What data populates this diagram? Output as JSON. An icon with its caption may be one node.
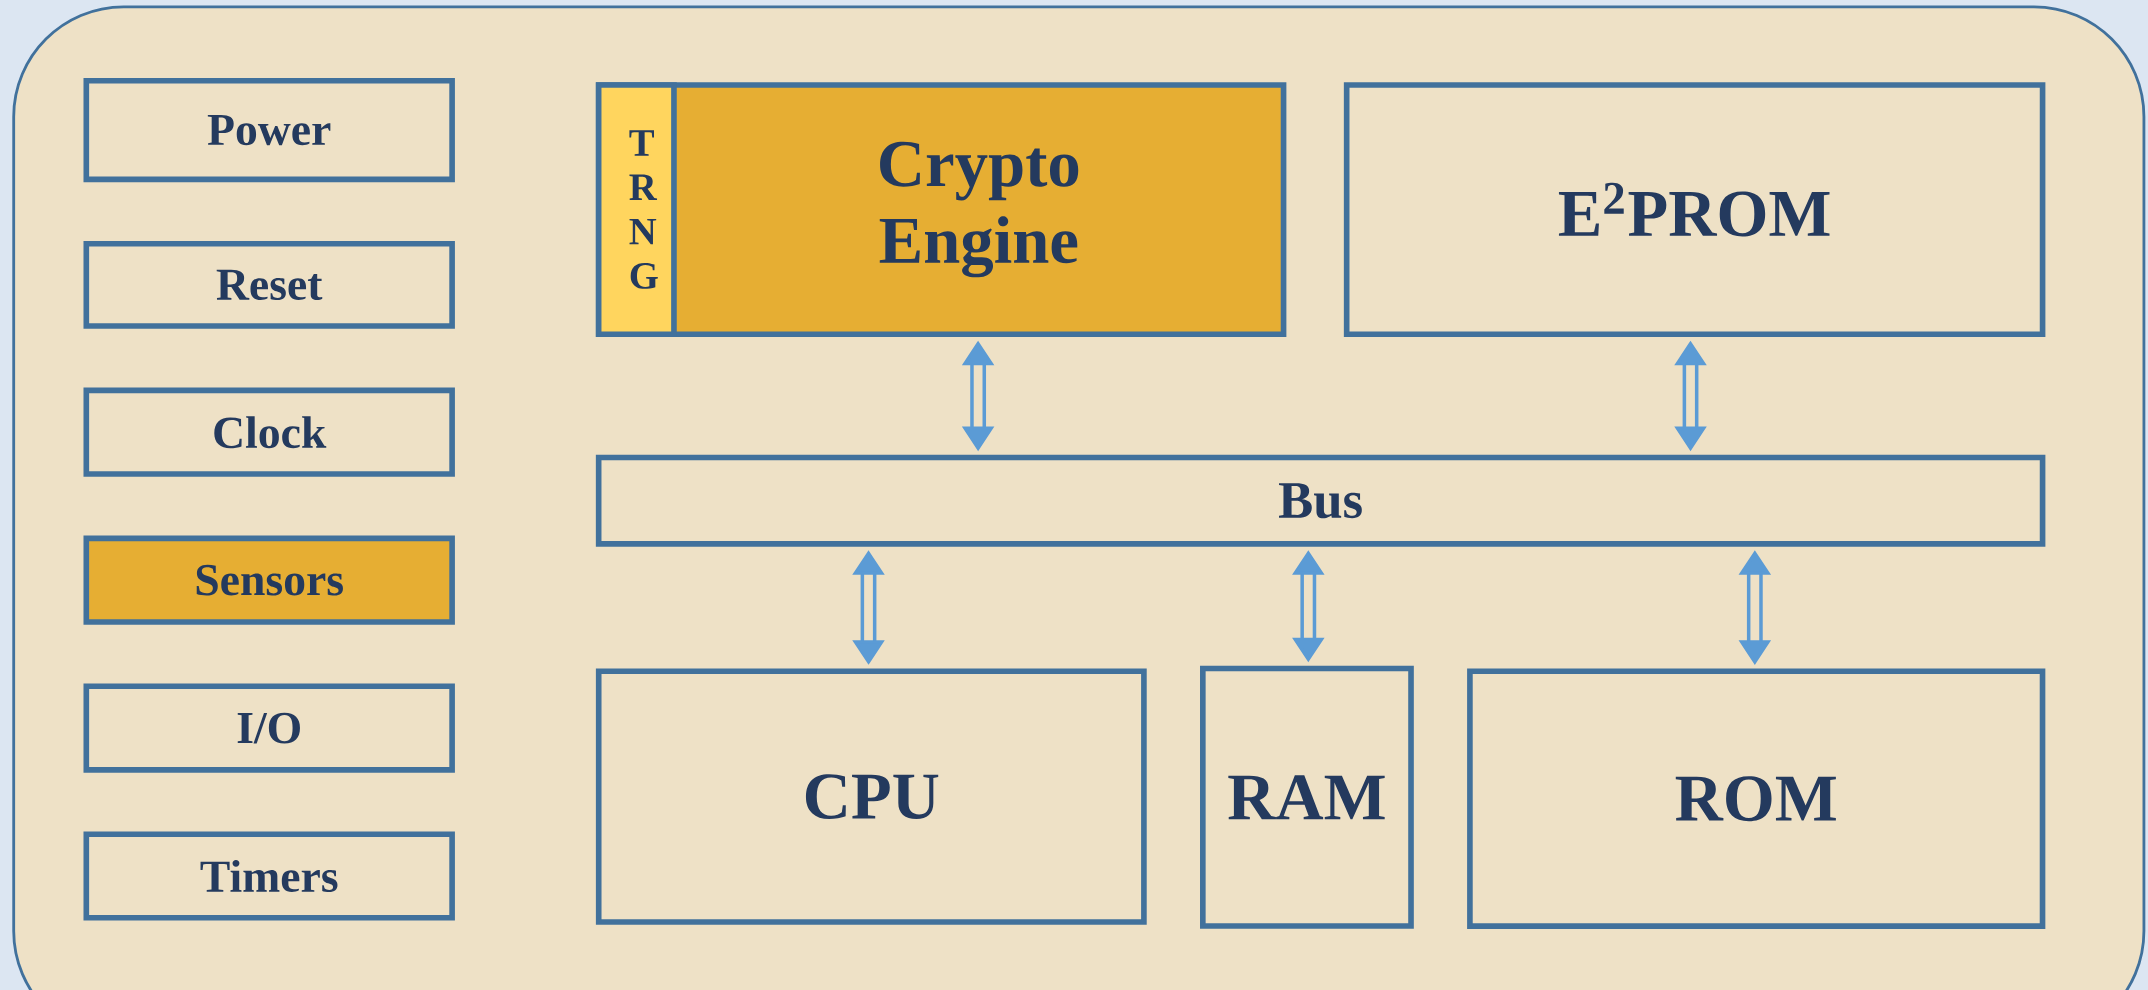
{
  "diagram": {
    "nodes": [
      {
        "text": [
          "Power"
        ]
      },
      {
        "text": [
          "Reset"
        ]
      },
      {
        "text": [
          "Clock"
        ]
      },
      {
        "text": [
          "Sensors"
        ]
      },
      {
        "text": [
          "I/O"
        ]
      },
      {
        "text": [
          "Timers"
        ]
      },
      {
        "text": [
          "Crypto Engine"
        ]
      },
      {
        "text": [
          "T R N G"
        ],
        "in": 6
      },
      {
        "text": [
          "E$^{2}$PROM"
        ]
      },
      {
        "text": [
          "Bus"
        ]
      },
      {
        "text": [
          "CPU"
        ]
      },
      {
        "text": [
          "RAM"
        ]
      },
      {
        "text": [
          "ROM"
        ]
      }
    ],
    "edges": [
      {
        "from": 6,
        "to": 9,
        "arrow": "both"
      },
      {
        "from": 8,
        "to": 9,
        "arrow": "both"
      },
      {
        "from": 9,
        "to": 10,
        "arrow": "both"
      },
      {
        "from": 9,
        "to": 11,
        "arrow": "both"
      },
      {
        "from": 9,
        "to": 12,
        "arrow": "both"
      }
    ]
  }
}
